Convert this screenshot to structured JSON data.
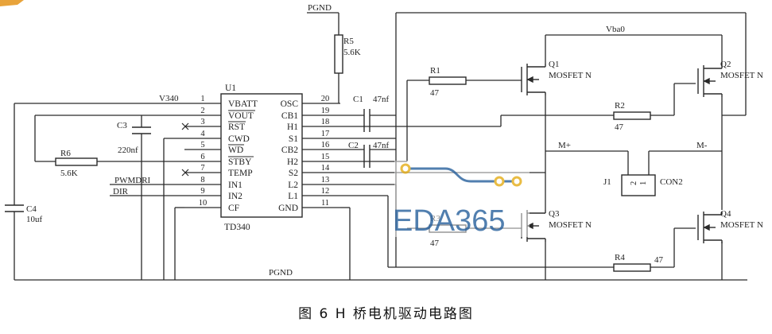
{
  "ic": {
    "ref": "U1",
    "part": "TD340",
    "left_pins": [
      {
        "name": "VBATT",
        "num": "1"
      },
      {
        "name": "VOUT",
        "num": "2"
      },
      {
        "name": "RST",
        "num": "3"
      },
      {
        "name": "CWD",
        "num": "4"
      },
      {
        "name": "WD",
        "num": "5"
      },
      {
        "name": "STBY",
        "num": "6"
      },
      {
        "name": "TEMP",
        "num": "7"
      },
      {
        "name": "IN1",
        "num": "8"
      },
      {
        "name": "IN2",
        "num": "9"
      },
      {
        "name": "CF",
        "num": "10"
      }
    ],
    "right_pins": [
      {
        "name": "OSC",
        "num": "20"
      },
      {
        "name": "CB1",
        "num": "19"
      },
      {
        "name": "H1",
        "num": "18"
      },
      {
        "name": "S1",
        "num": "17"
      },
      {
        "name": "CB2",
        "num": "16"
      },
      {
        "name": "H2",
        "num": "15"
      },
      {
        "name": "S2",
        "num": "14"
      },
      {
        "name": "L2",
        "num": "13"
      },
      {
        "name": "L1",
        "num": "12"
      },
      {
        "name": "GND",
        "num": "11"
      }
    ]
  },
  "nets": {
    "pgnd_top": "PGND",
    "pgnd_bottom": "PGND",
    "v340": "V340",
    "vbat": "Vba0",
    "pwm": "PWMDRI",
    "dir": "DIR",
    "m_plus": "M+",
    "m_minus": "M-"
  },
  "components": {
    "r5": {
      "ref": "R5",
      "value": "5.6K"
    },
    "r6": {
      "ref": "R6",
      "value": "5.6K"
    },
    "r1": {
      "ref": "R1",
      "value": "47"
    },
    "r2": {
      "ref": "R2",
      "value": "47"
    },
    "r3": {
      "ref": "R3",
      "value": "47"
    },
    "r4": {
      "ref": "R4",
      "value": "47"
    },
    "c1": {
      "ref": "C1",
      "value": "47nf"
    },
    "c2": {
      "ref": "C2",
      "value": "47nf"
    },
    "c3": {
      "ref": "C3",
      "value": "220nf"
    },
    "c4": {
      "ref": "C4",
      "value": "10uf"
    },
    "q1": {
      "ref": "Q1",
      "type": "MOSFET N"
    },
    "q2": {
      "ref": "Q2",
      "type": "MOSFET N"
    },
    "q3": {
      "ref": "Q3",
      "type": "MOSFET N"
    },
    "q4": {
      "ref": "Q4",
      "type": "MOSFET N"
    },
    "j1": {
      "ref": "J1",
      "part": "CON2",
      "pin1": "1",
      "pin2": "2"
    }
  },
  "watermark": "EDA365",
  "caption": "图 6  H 桥电机驱动电路图",
  "colors": {
    "wire": "#2a2a2a",
    "watermark_blue": "#3a6ea5",
    "watermark_gold": "#e6b32a"
  }
}
